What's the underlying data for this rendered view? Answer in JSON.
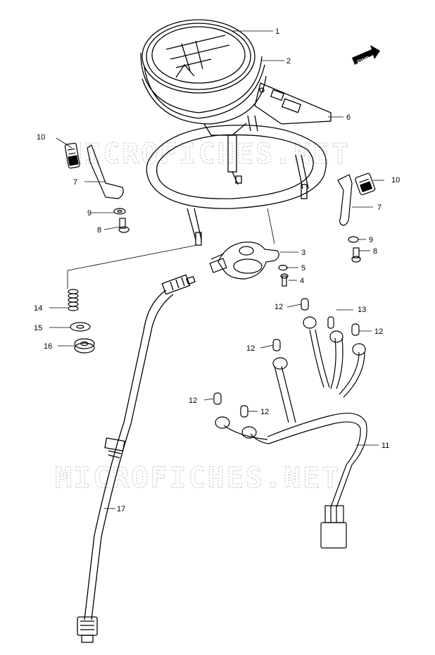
{
  "diagram": {
    "watermark": "MICROFICHES.NET",
    "direction_tag": "FWD",
    "callouts": {
      "c1": "1",
      "c2": "2",
      "c3": "3",
      "c4": "4",
      "c5": "5",
      "c6": "6",
      "c7_left": "7",
      "c7_right": "7",
      "c8_left": "8",
      "c8_right": "8",
      "c9_left": "9",
      "c9_right": "9",
      "c10_left": "10",
      "c10_right": "10",
      "c11": "11",
      "c12_a": "12",
      "c12_b": "12",
      "c12_c": "12",
      "c12_d": "12",
      "c12_e": "12",
      "c13": "13",
      "c14": "14",
      "c15": "15",
      "c16": "16",
      "c17": "17"
    }
  }
}
